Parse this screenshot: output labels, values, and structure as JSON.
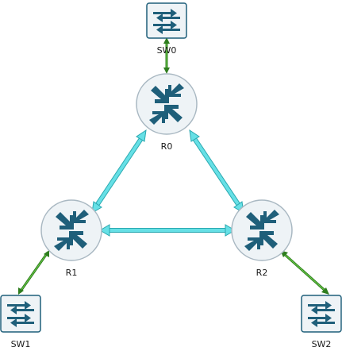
{
  "topology": {
    "routers": [
      {
        "id": "R0",
        "label": "R0"
      },
      {
        "id": "R1",
        "label": "R1"
      },
      {
        "id": "R2",
        "label": "R2"
      }
    ],
    "switches": [
      {
        "id": "SW0",
        "label": "SW0"
      },
      {
        "id": "SW1",
        "label": "SW1"
      },
      {
        "id": "SW2",
        "label": "SW2"
      }
    ],
    "links": [
      {
        "from": "R0",
        "to": "R1",
        "kind": "serial"
      },
      {
        "from": "R0",
        "to": "R2",
        "kind": "serial"
      },
      {
        "from": "R1",
        "to": "R2",
        "kind": "serial"
      },
      {
        "from": "SW0",
        "to": "R0",
        "kind": "ethernet"
      },
      {
        "from": "SW1",
        "to": "R1",
        "kind": "ethernet"
      },
      {
        "from": "SW2",
        "to": "R2",
        "kind": "ethernet"
      }
    ]
  },
  "colors": {
    "router_fill": "#eef3f6",
    "router_stroke": "#a9b8c2",
    "device_glyph": "#1f5f7a",
    "serial_link": "#66e0e6",
    "serial_link_outline": "#2aa8b0",
    "ethernet_link": "#2e7d1e",
    "ethernet_link_inner": "#6fd04a"
  }
}
